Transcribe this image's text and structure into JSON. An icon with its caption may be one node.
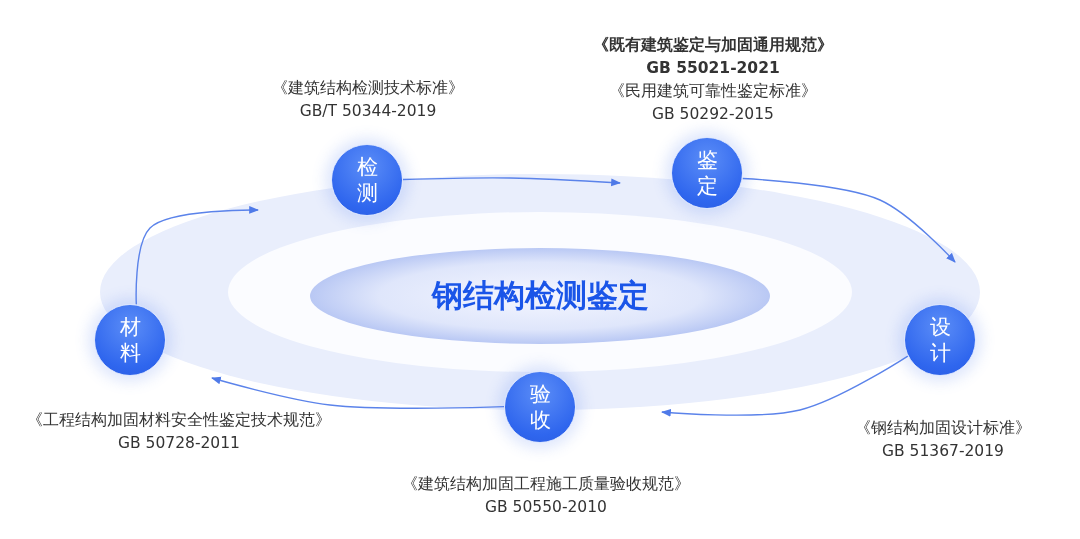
{
  "diagram": {
    "nodes": [
      {
        "text": [
          "钢结构检测鉴定"
        ]
      },
      {
        "text": [
          "检测"
        ],
        "beside": [
          "《建筑结构检测技术标准》",
          "GB/T 50344-2019"
        ]
      },
      {
        "text": [
          "鉴定"
        ],
        "beside": [
          "**《既有建筑鉴定与加固通用规范》**",
          "**GB 55021-2021**",
          "《民用建筑可靠性鉴定标准》",
          "GB 50292-2015"
        ]
      },
      {
        "text": [
          "设计"
        ],
        "beside": [
          "《钢结构加固设计标准》",
          "GB 51367-2019"
        ]
      },
      {
        "text": [
          "验收"
        ],
        "beside": [
          "《建筑结构加固工程施工质量验收规范》",
          "GB  50550-2010"
        ]
      },
      {
        "text": [
          "材料"
        ],
        "beside": [
          "《工程结构加固材料安全性鉴定技术规范》",
          "GB 50728-2011"
        ]
      }
    ],
    "edges": [
      {
        "from": 1,
        "to": 2,
        "arrow": "to"
      },
      {
        "from": 2,
        "to": 3,
        "arrow": "to"
      },
      {
        "from": 3,
        "to": 4,
        "arrow": "to"
      },
      {
        "from": 4,
        "to": 5,
        "arrow": "to"
      },
      {
        "from": 5,
        "to": 1,
        "arrow": "to"
      }
    ]
  }
}
